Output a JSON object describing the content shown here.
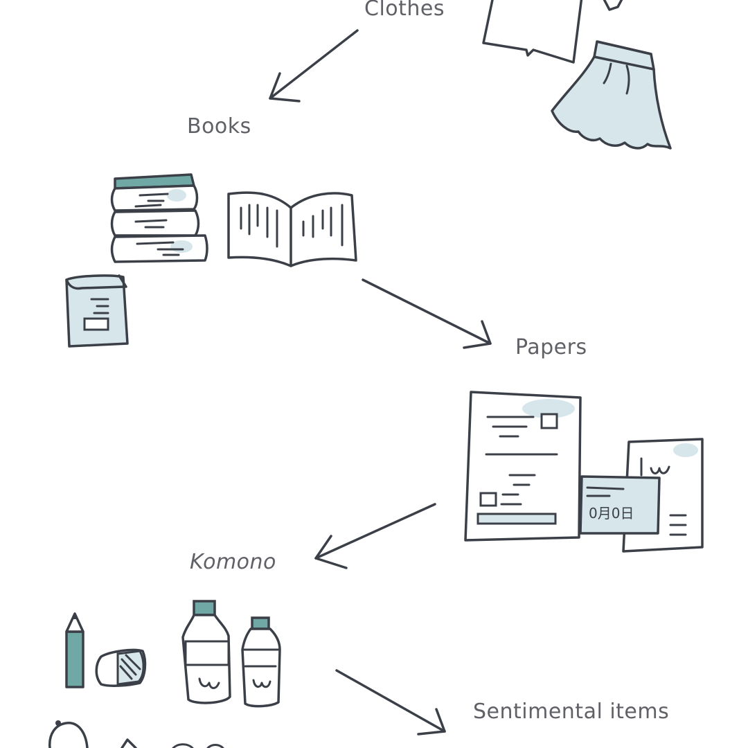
{
  "colors": {
    "ink": "#3b3f47",
    "text": "#5f6166",
    "accent_teal": "#6fa8a4",
    "fill_pale_blue": "#d6e6ea",
    "background": "#ffffff"
  },
  "steps": [
    {
      "label": "Clothes",
      "italic": false,
      "icons": [
        "shirt-icon",
        "skirt-icon"
      ]
    },
    {
      "label": "Books",
      "italic": false,
      "icons": [
        "book-stack-icon",
        "open-book-icon",
        "paperback-book-icon"
      ]
    },
    {
      "label": "Papers",
      "italic": false,
      "icons": [
        "document-icon",
        "card-icon",
        "letter-icon"
      ]
    },
    {
      "label": "Komono",
      "italic": true,
      "icons": [
        "pencil-icon",
        "tape-icon",
        "bottle-icon",
        "small-bottle-icon"
      ]
    },
    {
      "label": "Sentimental items",
      "italic": false,
      "icons": []
    }
  ],
  "card_text": "0月0日"
}
